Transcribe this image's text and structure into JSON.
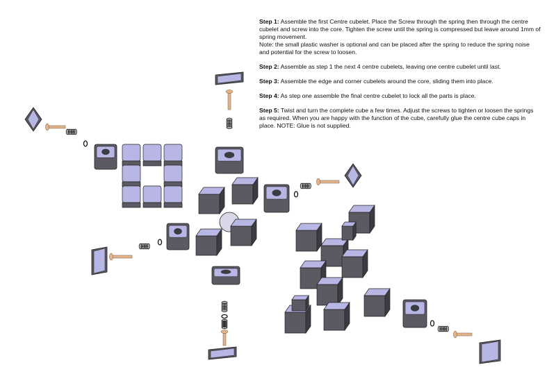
{
  "instructions": {
    "steps": [
      {
        "label": "Step 1:",
        "text": "Assemble the first Centre cubelet. Place the Screw through the spring then through the centre cubelet and screw into the core. Tighten the screw until the spring is compressed but leave around 1mm of spring movement.",
        "note": "Note: the small plastic washer is optional and can be placed after the spring to reduce the spring noise and potential for the screw to loosen."
      },
      {
        "label": "Step 2:",
        "text": "Assemble as step 1 the next 4 centre cubelets, leaving one centre cubelet until last."
      },
      {
        "label": "Step 3:",
        "text": "Assemble the edge and corner cubelets around the core, sliding them into place."
      },
      {
        "label": "Step 4:",
        "text": "As step one assemble the final centre cubelet to lock all the parts is place."
      },
      {
        "label": "Step 5:",
        "text": "Twist and turn the complete cube a few times. Adjust the screws to tighten or loosen the springs as required. When you are happy with the function of the cube, carefully glue the centre cube caps in place. NOTE: Glue is not supplied."
      }
    ]
  },
  "colors": {
    "face": "#b8b6e4",
    "body": "#5b5a63",
    "body_dark": "#3c3b42",
    "screw": "#e2b48c",
    "spring": "#333333",
    "core": "#d8d8e8"
  }
}
